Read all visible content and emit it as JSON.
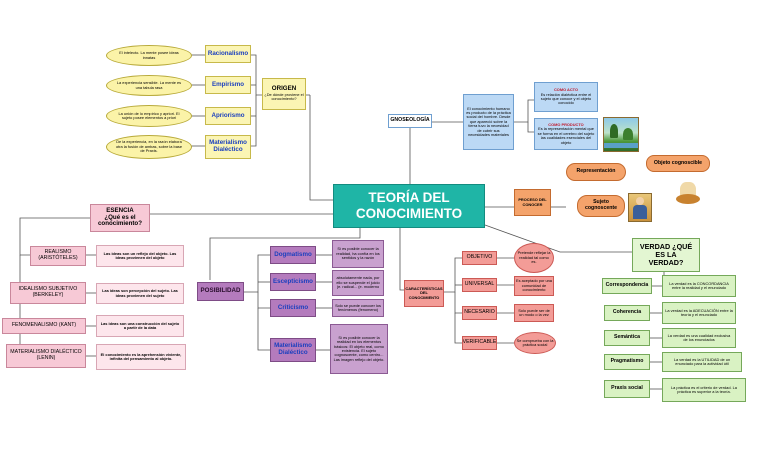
{
  "title": "TEORÍA DEL CONOCIMIENTO",
  "colors": {
    "title_bg": "#1fb5a6",
    "title_text": "#ffffff",
    "link": "#1a3fbf",
    "wire": "#555555"
  },
  "origen": {
    "label": "ORIGEN",
    "question": "¿De dónde proviene el conocimiento?",
    "branches": [
      {
        "name": "Racionalismo",
        "desc": "El intelecto. La mente posee ideas innatas"
      },
      {
        "name": "Empirismo",
        "desc": "La experiencia sensible. La mente es una tabula rasa"
      },
      {
        "name": "Apriorismo",
        "desc": "La unión de lo empírico y apriori. El sujeto posee elementos a priori"
      },
      {
        "name": "Materialismo Dialéctico",
        "desc": "De la experiencia, en la razón elabora otra la fusión de ambas, sobre la base de Praxis."
      }
    ]
  },
  "gnoseologia": {
    "label": "GNOSEOLOGÍA",
    "desc": "El conocimiento humano es producto de la práctica social del hombre. Desde que apareció sobre la tierra tuvo la necesidad de cubrir sus necesidades materiales",
    "acto_title": "COMO ACTO",
    "acto_desc": "Es relación dialéctica entre el sujeto que conoce y el objeto conocido",
    "producto_title": "COMO PRODUCTO",
    "producto_desc": "Es la representación mental que se forma en el cerebro del sujeto las cualidades esenciales del objeto"
  },
  "proceso": {
    "label": "PROCESO DEL CONOCER"
  },
  "representacion": {
    "label": "Representación"
  },
  "objeto": {
    "label": "Objeto cognoscible"
  },
  "sujeto": {
    "label": "Sujeto cognoscente"
  },
  "esencia": {
    "label": "ESENCIA",
    "question": "¿Qué es el conocimiento?",
    "items": [
      {
        "name": "REALISMO (ARISTÓTELES)",
        "desc": "Las ideas son un reflejo del objeto. Las ideas provienen del objeto"
      },
      {
        "name": "IDEALISMO SUBJETIVO (BERKELEY)",
        "desc": "Las ideas son percepción del sujeto. Las ideas provienen del sujeto"
      },
      {
        "name": "FENOMENALISMO (KANT)",
        "desc": "Las ideas son una construcción del sujeto a partir de la data"
      },
      {
        "name": "MATERIALISMO DIALÉCTICO (LENIN)",
        "desc": "El conocimiento es la aprehensión viviente, infinita del pensamiento al objeto."
      }
    ]
  },
  "posibilidad": {
    "label": "POSIBILIDAD",
    "items": [
      {
        "name": "Dogmatismo",
        "desc": "Sí es posible conocer la realidad, ha confía en los sentidos y la razón"
      },
      {
        "name": "Escepticismo",
        "desc": "absolutamente nada, por ello se suspende el juicio (e. radical... (e. moderno"
      },
      {
        "name": "Criticismo",
        "desc": "Solo se puede conocer los fenómenos (fenomeno)"
      },
      {
        "name": "Materialismo Dialéctico",
        "desc": "Sí es posible conocer la realidad en los elementos básicos: El objeto real, como existencia. El sujeto cognoscente, como centro... Las imagen reflejo del objeto."
      }
    ]
  },
  "caracteristicas": {
    "label": "CARACTERÍSTICAS DEL CONOCIMIENTO",
    "items": [
      {
        "name": "OBJETIVO",
        "desc": "Pretende reflejar la realidad tal como es."
      },
      {
        "name": "UNIVERSAL",
        "desc": "Es aceptado por una comunidad de conocimiento"
      },
      {
        "name": "NECESARIO",
        "desc": "Solo puede ser de un modo o la vez"
      },
      {
        "name": "VERIFICABLE",
        "desc": "Se comprueba con la práctica social"
      }
    ]
  },
  "verdad": {
    "title": "VERDAD ¿QUÉ ES LA VERDAD?",
    "items": [
      {
        "name": "Correspondencia",
        "desc": "La verdad es la CONCORDANCIA entre la realidad y el enunciado"
      },
      {
        "name": "Coherencia",
        "desc": "La verdad es la ADECUACIÓN entre la teoría y el enunciado"
      },
      {
        "name": "Semántica",
        "desc": "La verdad es una cualidad exclusiva de los enunciados"
      },
      {
        "name": "Pragmatismo",
        "desc": "La verdad es la UTILIDAD de un enunciado para la actividad útil"
      },
      {
        "name": "Praxis social",
        "desc": "La práctica es el criterio de verdad. La práctica es superior a la teoría."
      }
    ]
  }
}
